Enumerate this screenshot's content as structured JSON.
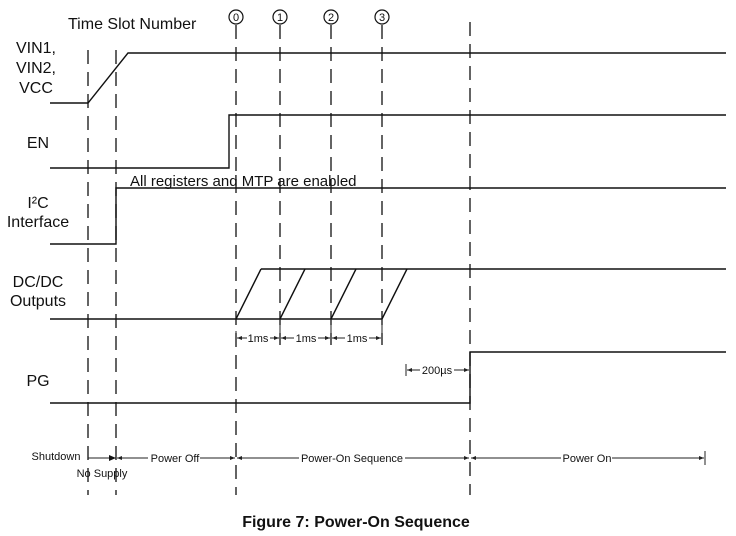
{
  "header": {
    "time_slot_title": "Time Slot Number",
    "slots": [
      "0",
      "1",
      "2",
      "3"
    ]
  },
  "signals": [
    {
      "id": "vin",
      "label_lines": [
        "VIN1,",
        "VIN2,",
        "VCC"
      ]
    },
    {
      "id": "en",
      "label_lines": [
        "EN"
      ]
    },
    {
      "id": "i2c",
      "label_lines": [
        "I²C",
        "Interface"
      ]
    },
    {
      "id": "dcdc",
      "label_lines": [
        "DC/DC",
        "Outputs"
      ]
    },
    {
      "id": "pg",
      "label_lines": [
        "PG"
      ]
    }
  ],
  "annotations": {
    "i2c_note": "All registers and MTP are enabled",
    "dcdc_intervals": [
      "1ms",
      "1ms",
      "1ms"
    ],
    "pg_delay": "200µs"
  },
  "phases": [
    {
      "label": "Shutdown"
    },
    {
      "label": "No Supply"
    },
    {
      "label": "Power Off"
    },
    {
      "label": "Power-On Sequence"
    },
    {
      "label": "Power On"
    }
  ],
  "caption": "Figure 7: Power-On Sequence"
}
